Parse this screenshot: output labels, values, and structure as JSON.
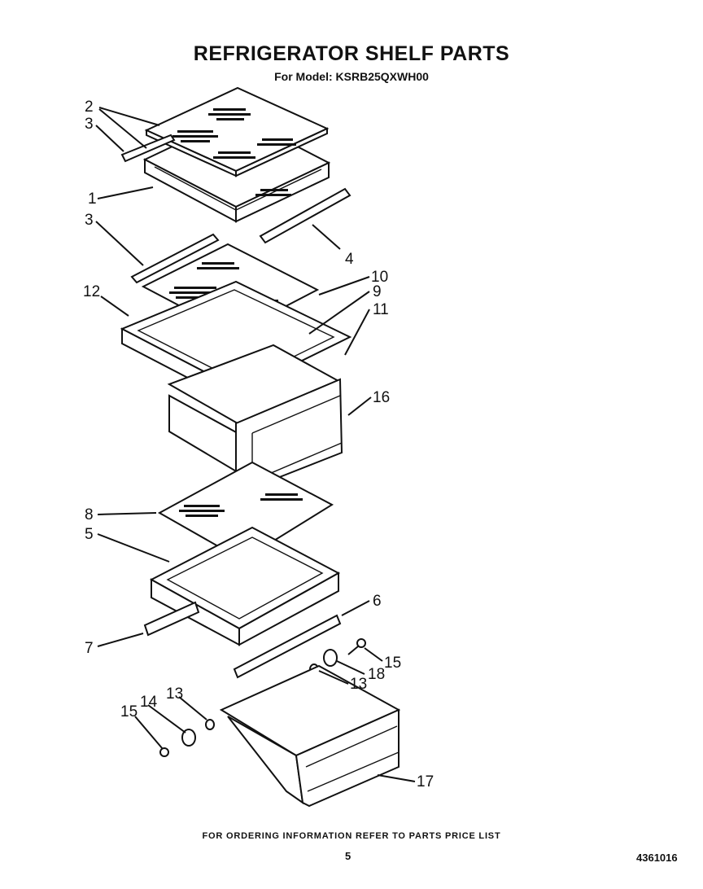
{
  "header": {
    "title": "REFRIGERATOR SHELF PARTS",
    "subtitle": "For Model: KSRB25QXWH00"
  },
  "callouts": {
    "c2": "2",
    "c3a": "3",
    "c1": "1",
    "c3b": "3",
    "c4": "4",
    "c10": "10",
    "c9": "9",
    "c12": "12",
    "c11": "11",
    "c16": "16",
    "c8": "8",
    "c5": "5",
    "c6": "6",
    "c7": "7",
    "c15a": "15",
    "c18": "18",
    "c13a": "13",
    "c13b": "13",
    "c14": "14",
    "c15b": "15",
    "c17": "17"
  },
  "footer": {
    "ordering_note": "FOR ORDERING INFORMATION REFER TO PARTS PRICE LIST",
    "page_number": "5",
    "document_number": "4361016"
  }
}
